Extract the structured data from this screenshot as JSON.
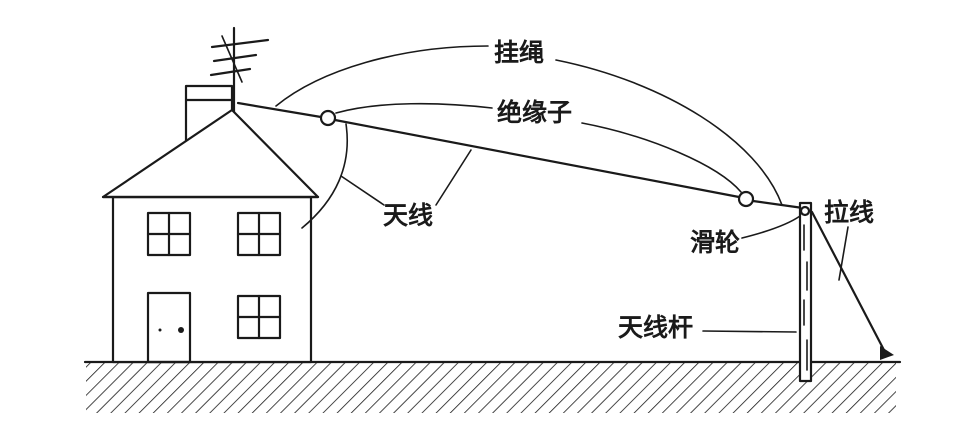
{
  "labels": {
    "hanging_rope": "挂绳",
    "insulator": "绝缘子",
    "antenna": "天线",
    "pulley": "滑轮",
    "guy_wire": "拉线",
    "antenna_pole": "天线杆"
  },
  "colors": {
    "ink": "#1a1a1a",
    "background": "#ffffff"
  }
}
